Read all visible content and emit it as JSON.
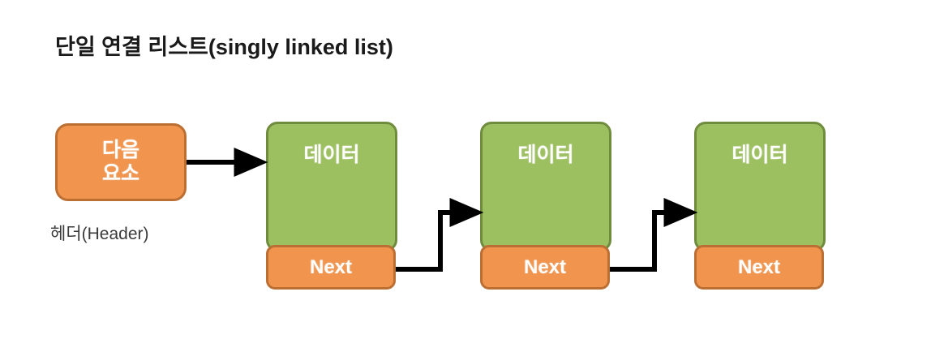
{
  "diagram": {
    "title": "단일 연결 리스트(singly linked list)",
    "type": "singly-linked-list",
    "background_color": "#ffffff",
    "colors": {
      "data_fill": "#9CBF60",
      "data_border": "#6F8C3E",
      "next_fill": "#F0944E",
      "next_border": "#BC6F33",
      "text": "#ffffff",
      "caption_text": "#3a3a3a",
      "title_text": "#1a1a1a",
      "arrow": "#000000"
    },
    "header": {
      "label_line1": "다음",
      "label_line2": "요소",
      "caption": "헤더(Header)"
    },
    "nodes": [
      {
        "data_label": "데이터",
        "next_label": "Next"
      },
      {
        "data_label": "데이터",
        "next_label": "Next"
      },
      {
        "data_label": "데이터",
        "next_label": "Next"
      }
    ],
    "connectors": [
      {
        "from": "header",
        "to": "node-1",
        "style": "straight"
      },
      {
        "from": "node-1-next",
        "to": "node-2",
        "style": "stepped"
      },
      {
        "from": "node-2-next",
        "to": "node-3",
        "style": "stepped"
      }
    ]
  }
}
